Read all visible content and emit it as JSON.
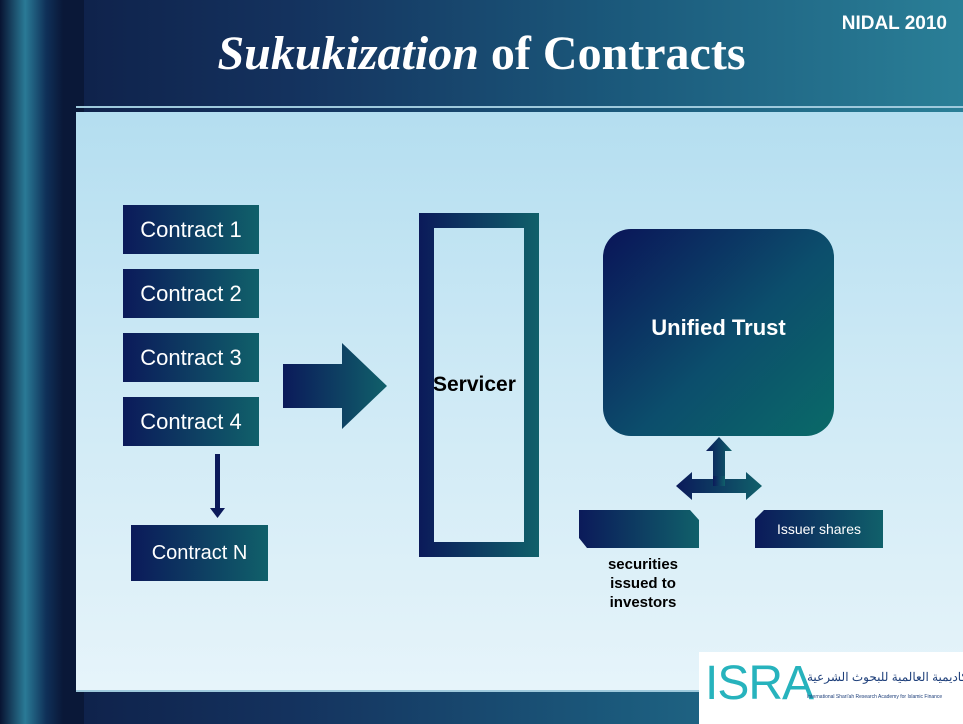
{
  "slide": {
    "title_italic": "Sukukization",
    "title_rest": " of Contracts",
    "corner_tag": "NIDAL 2010"
  },
  "contracts": [
    "Contract 1",
    "Contract 2",
    "Contract 3",
    "Contract 4"
  ],
  "contract_n": "Contract N",
  "servicer": "Servicer",
  "trust": "Unified Trust",
  "outputs": {
    "securities": "securities issued to investors",
    "issuer": "Issuer shares"
  },
  "logo": {
    "name": "ISRA",
    "arabic": "الأكاديمية العالمية للبحوث الشرعية",
    "subtitle": "International Shari'ah Research Academy for Islamic Finance"
  },
  "colors": {
    "box_left": "#0b1a5a",
    "box_right": "#10606a",
    "logo_teal": "#27b3bd"
  }
}
